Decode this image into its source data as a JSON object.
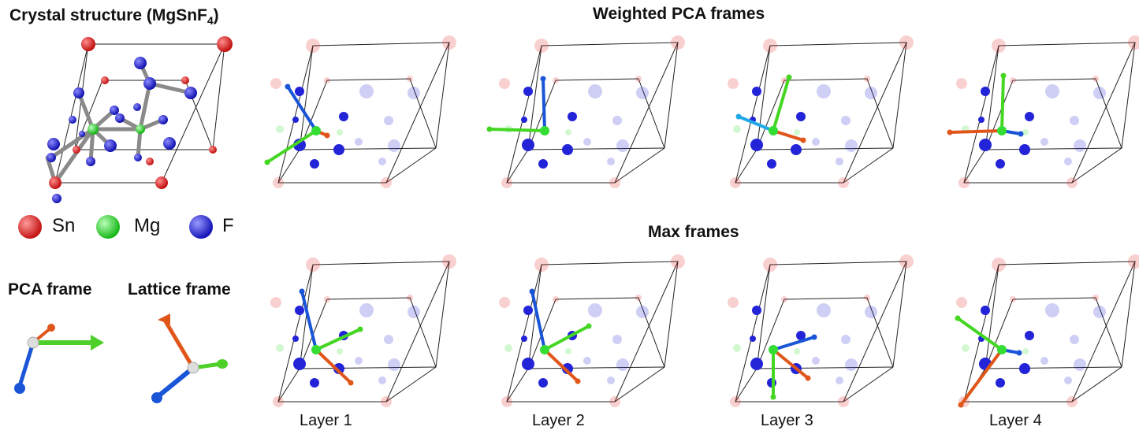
{
  "titles": {
    "crystal_prefix": "Crystal structure (MgSnF",
    "crystal_sub": "4",
    "crystal_suffix": ")",
    "weighted": "Weighted PCA frames",
    "max": "Max frames",
    "pca_frame": "PCA frame",
    "lattice_frame": "Lattice frame"
  },
  "legend": [
    {
      "label": "Sn",
      "color": "#e52a2a"
    },
    {
      "label": "Mg",
      "color": "#33dd33"
    },
    {
      "label": "F",
      "color": "#2a2ae0"
    }
  ],
  "layers": [
    "Layer 1",
    "Layer 2",
    "Layer 3",
    "Layer 4"
  ],
  "colors": {
    "sn": "#e52a2a",
    "mg": "#33dd33",
    "f": "#2323d8",
    "axis_green": "#44d622",
    "axis_orange": "#e0561a",
    "axis_blue": "#1a55d8",
    "axis_cyan": "#21a8e8",
    "cell_edge": "#222222"
  }
}
